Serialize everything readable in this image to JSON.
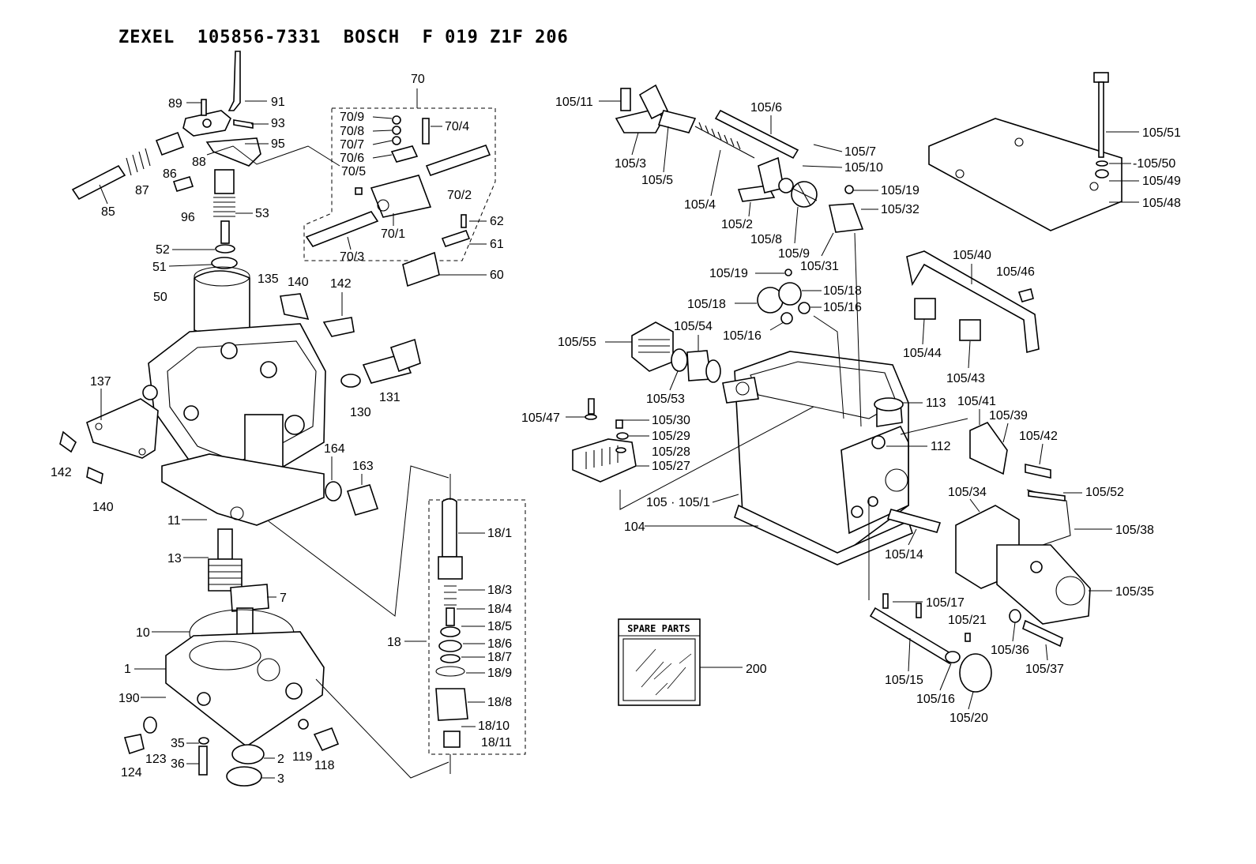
{
  "title": "ZEXEL  105856-7331  BOSCH  F 019 Z1F 206",
  "spare_box_title": "SPARE PARTS",
  "labels": {
    "p91": "91",
    "p89": "89",
    "p93": "93",
    "p95": "95",
    "p88": "88",
    "p86": "86",
    "p87": "87",
    "p85": "85",
    "p96": "96",
    "p53": "53",
    "p52": "52",
    "p51": "51",
    "p50": "50",
    "p135": "135",
    "p140a": "140",
    "p142a": "142",
    "p137": "137",
    "p142b": "142",
    "p140b": "140",
    "p131": "131",
    "p130": "130",
    "p164": "164",
    "p163": "163",
    "p11": "11",
    "p13": "13",
    "p7": "7",
    "p10": "10",
    "p1": "1",
    "p190": "190",
    "p124": "124",
    "p123": "123",
    "p35": "35",
    "p36": "36",
    "p2": "2",
    "p3": "3",
    "p119": "119",
    "p118": "118",
    "p18": "18",
    "p18_1": "18/1",
    "p18_3": "18/3",
    "p18_4": "18/4",
    "p18_5": "18/5",
    "p18_6": "18/6",
    "p18_7": "18/7",
    "p18_9": "18/9",
    "p18_8": "18/8",
    "p18_10": "18/10",
    "p18_11": "18/11",
    "p70": "70",
    "p70_9": "70/9",
    "p70_8": "70/8",
    "p70_7": "70/7",
    "p70_6": "70/6",
    "p70_5": "70/5",
    "p70_4": "70/4",
    "p70_2": "70/2",
    "p70_1": "70/1",
    "p70_3": "70/3",
    "p62": "62",
    "p61": "61",
    "p60": "60",
    "p105_11": "105/11",
    "p105_3": "105/3",
    "p105_5": "105/5",
    "p105_4": "105/4",
    "p105_6": "105/6",
    "p105_7": "105/7",
    "p105_10": "105/10",
    "p105_19a": "105/19",
    "p105_32": "105/32",
    "p105_2": "105/2",
    "p105_8": "105/8",
    "p105_9": "105/9",
    "p105_31": "105/31",
    "p105_19b": "105/19",
    "p105_18a": "105/18",
    "p105_18b": "105/18",
    "p105_16a": "105/16",
    "p105_16b": "105/16",
    "p105_55": "105/55",
    "p105_54": "105/54",
    "p105_53": "105/53",
    "p105_47": "105/47",
    "p105_30": "105/30",
    "p105_29": "105/29",
    "p105_28": "105/28",
    "p105_27": "105/27",
    "p105_1": "105 · 105/1",
    "p104": "104",
    "p113": "113",
    "p112": "112",
    "p105_14": "105/14",
    "p105_17": "105/17",
    "p105_21": "105/21",
    "p105_15": "105/15",
    "p105_16c": "105/16",
    "p105_20": "105/20",
    "p105_51": "105/51",
    "p105_50": "-105/50",
    "p105_49": "105/49",
    "p105_48": "105/48",
    "p105_40": "105/40",
    "p105_46": "105/46",
    "p105_44": "105/44",
    "p105_43": "105/43",
    "p105_41": "105/41",
    "p105_39": "105/39",
    "p105_42": "105/42",
    "p105_34": "105/34",
    "p105_52": "105/52",
    "p105_38": "105/38",
    "p105_35": "105/35",
    "p105_36": "105/36",
    "p105_37": "105/37",
    "p200": "200"
  }
}
